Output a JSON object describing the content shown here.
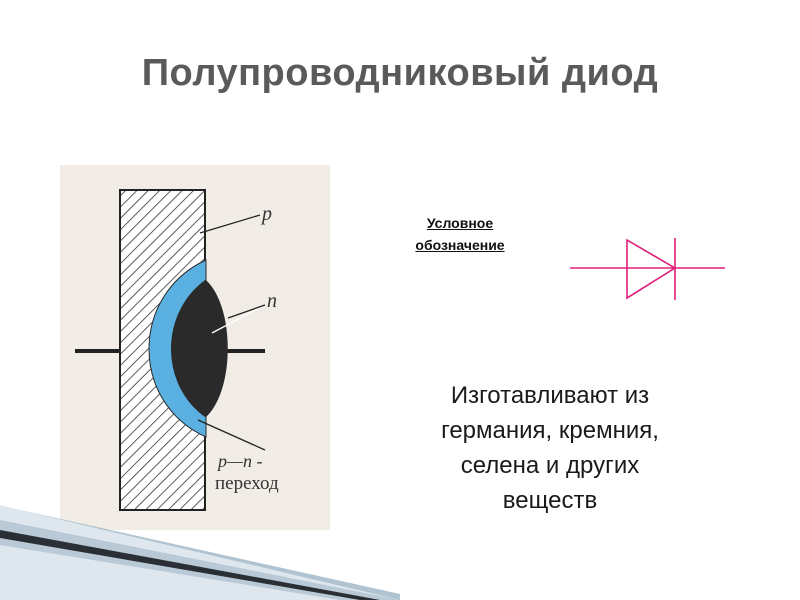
{
  "slide": {
    "title": "Полупроводниковый диод"
  },
  "diagram": {
    "label_p": "p",
    "label_n": "n",
    "label_pn_line1": "p—n -",
    "label_pn_line2": "переход"
  },
  "symbol": {
    "caption_line1": "Условное",
    "caption_line2": "обозначение",
    "color": "#e0207a"
  },
  "materials": {
    "line1": "Изготавливают из",
    "line2": "германия, кремния,",
    "line3": "селена и других",
    "line4": "веществ"
  },
  "colors": {
    "title": "#5a5a5a",
    "junction_layer": "#5ab0e0",
    "n_region": "#2a2a2a"
  }
}
